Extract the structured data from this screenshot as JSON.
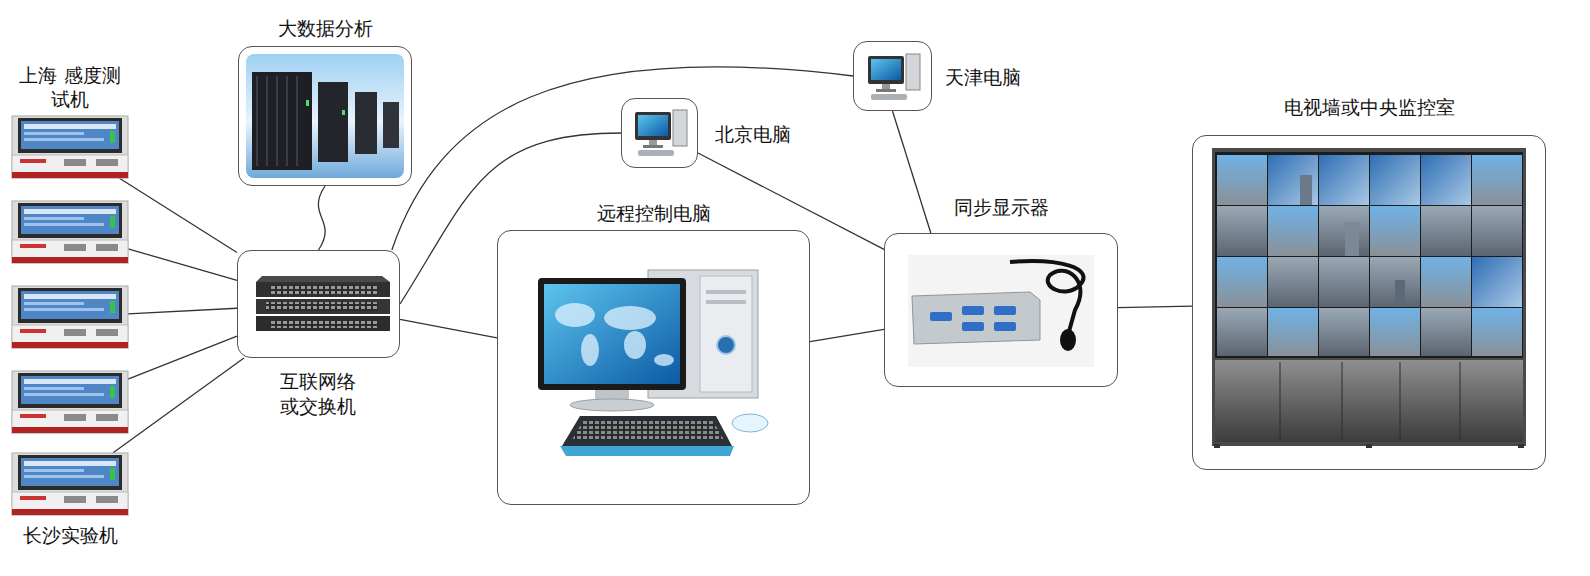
{
  "diagram": {
    "nodes": [
      {
        "text": [
          "上海 感度测试机"
        ]
      },
      {
        "text": []
      },
      {
        "text": []
      },
      {
        "text": []
      },
      {
        "text": [
          "长沙实验机"
        ]
      },
      {
        "text": [
          "大数据分析"
        ]
      },
      {
        "text": [
          "互联网络 或交换机"
        ]
      },
      {
        "text": [
          "远程控制电脑"
        ]
      },
      {
        "text": [
          "北京电脑"
        ]
      },
      {
        "text": [
          "天津电脑"
        ]
      },
      {
        "text": [
          "同步显示器"
        ]
      },
      {
        "text": [
          "电视墙或中央监控室"
        ]
      }
    ],
    "edges": [
      {
        "from": 0,
        "to": 6,
        "arrow": "none"
      },
      {
        "from": 1,
        "to": 6,
        "arrow": "none"
      },
      {
        "from": 2,
        "to": 6,
        "arrow": "none"
      },
      {
        "from": 3,
        "to": 6,
        "arrow": "none"
      },
      {
        "from": 4,
        "to": 6,
        "arrow": "none"
      },
      {
        "from": 5,
        "to": 6,
        "arrow": "none"
      },
      {
        "from": 6,
        "to": 9,
        "arrow": "none"
      },
      {
        "from": 6,
        "to": 8,
        "arrow": "none"
      },
      {
        "from": 6,
        "to": 7,
        "arrow": "none"
      },
      {
        "from": 9,
        "to": 10,
        "arrow": "none"
      },
      {
        "from": 8,
        "to": 10,
        "arrow": "none"
      },
      {
        "from": 7,
        "to": 10,
        "arrow": "none"
      },
      {
        "from": 10,
        "to": 11,
        "arrow": "none"
      }
    ]
  }
}
